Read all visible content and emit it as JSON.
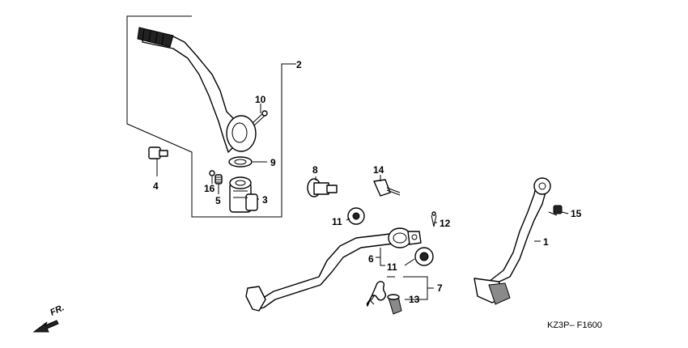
{
  "callouts": {
    "c1": "1",
    "c2": "2",
    "c3": "3",
    "c4": "4",
    "c5": "5",
    "c6": "6",
    "c7": "7",
    "c8": "8",
    "c9": "9",
    "c10": "10",
    "c11a": "11",
    "c11b": "11",
    "c12": "12",
    "c13": "13",
    "c14": "14",
    "c15": "15",
    "c16": "16"
  },
  "direction_label": "FR.",
  "figure_code": "KZ3P– F1600"
}
